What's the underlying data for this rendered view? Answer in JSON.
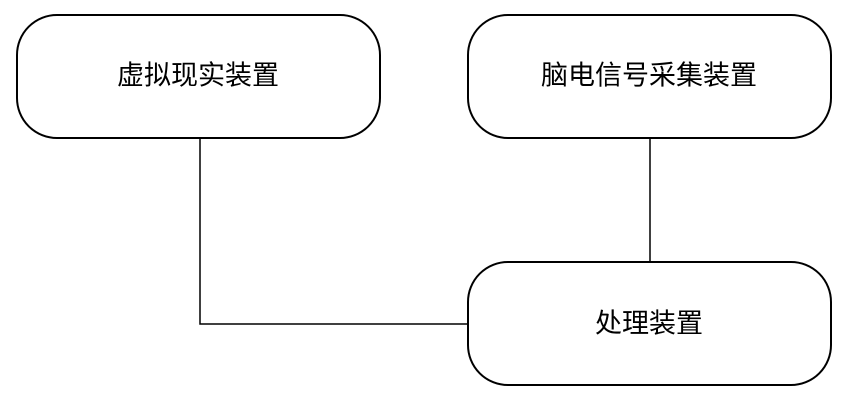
{
  "nodes": {
    "vr": {
      "label": "虚拟现实装置"
    },
    "eeg": {
      "label": "脑电信号采集装置"
    },
    "processing": {
      "label": "处理装置"
    }
  }
}
